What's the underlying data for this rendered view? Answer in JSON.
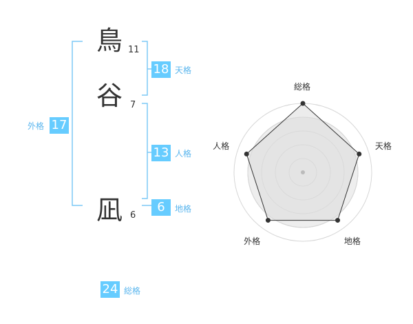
{
  "name": {
    "chars": [
      {
        "char": "鳥",
        "strokes": "11"
      },
      {
        "char": "谷",
        "strokes": "7"
      },
      {
        "char": "凪",
        "strokes": "6"
      }
    ]
  },
  "kaku": {
    "tenkaku": {
      "value": "18",
      "label": "天格"
    },
    "jinkaku": {
      "value": "13",
      "label": "人格"
    },
    "chikaku": {
      "value": "6",
      "label": "地格"
    },
    "gaikaku": {
      "value": "17",
      "label": "外格"
    },
    "soukaku": {
      "value": "24",
      "label": "総格"
    }
  },
  "colors": {
    "accent": "#66ccff",
    "bracket": "#7cc9f5",
    "text": "#333333"
  },
  "chart_data": {
    "type": "radar",
    "axes": [
      "総格",
      "天格",
      "地格",
      "外格",
      "人格"
    ],
    "values": [
      5,
      4.3,
      4.3,
      4.3,
      4.3
    ],
    "max": 5,
    "rings": 5
  }
}
